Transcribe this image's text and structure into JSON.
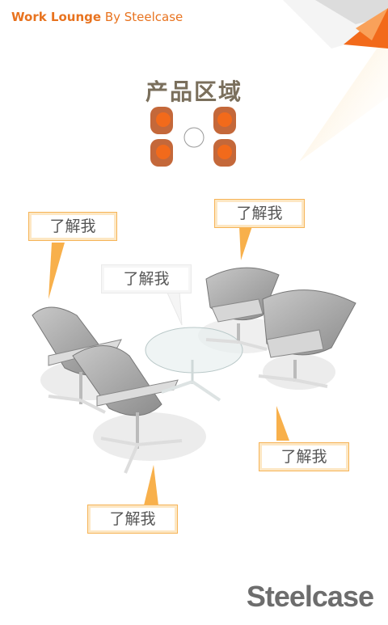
{
  "header": {
    "brand": "Work Lounge",
    "suffix": "By Steelcase"
  },
  "section_title": "产品区域",
  "callouts": [
    {
      "label": "了解我"
    },
    {
      "label": "了解我"
    },
    {
      "label": "了解我"
    },
    {
      "label": "了解我"
    },
    {
      "label": "了解我"
    }
  ],
  "footer": {
    "logo": "Steelcase"
  },
  "colors": {
    "accent": "#e8731f",
    "callout_border": "#f6b458",
    "title": "#7a6f5c"
  }
}
